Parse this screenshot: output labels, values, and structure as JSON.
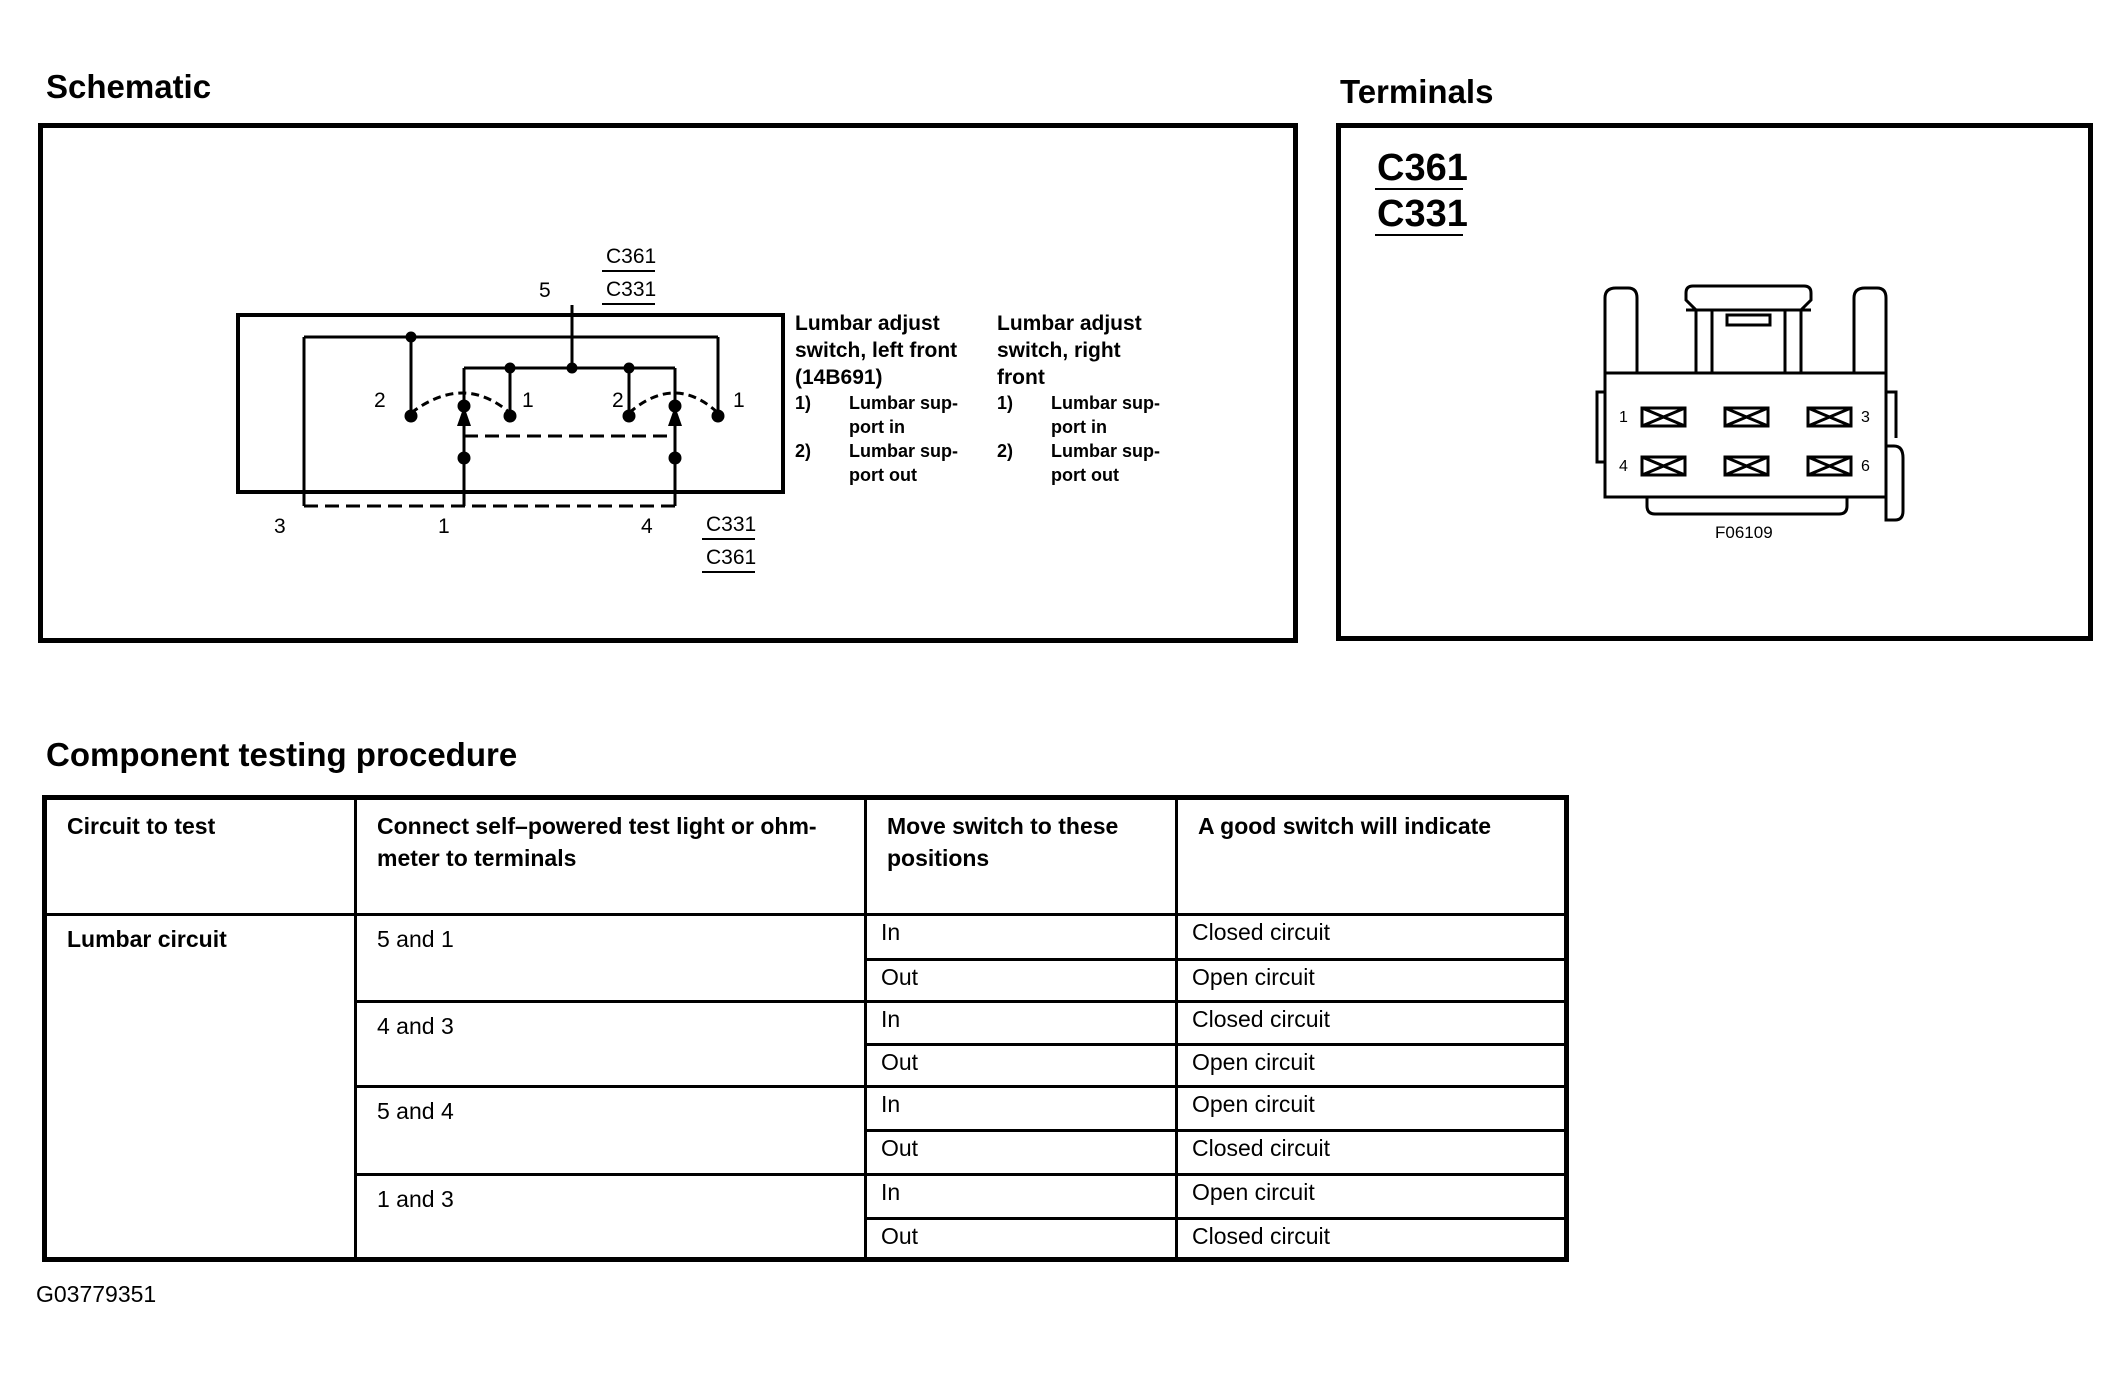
{
  "schematic": {
    "title": "Schematic",
    "connector_top": [
      "C361",
      "C331"
    ],
    "connector_bottom": [
      "C331",
      "C361"
    ],
    "pin_top": "5",
    "bottom_pins": [
      "3",
      "1",
      "4"
    ],
    "left_switch_pins": [
      "2",
      "1"
    ],
    "right_switch_pins": [
      "2",
      "1"
    ],
    "left_legend": {
      "title": [
        "Lumbar adjust",
        "switch, left front",
        "(14B691)"
      ],
      "items": [
        {
          "num": "1)",
          "lines": [
            "Lumbar sup-",
            "port in"
          ]
        },
        {
          "num": "2)",
          "lines": [
            "Lumbar sup-",
            "port out"
          ]
        }
      ]
    },
    "right_legend": {
      "title": [
        "Lumbar adjust",
        "switch, right",
        "front"
      ],
      "items": [
        {
          "num": "1)",
          "lines": [
            "Lumbar sup-",
            "port in"
          ]
        },
        {
          "num": "2)",
          "lines": [
            "Lumbar sup-",
            "port out"
          ]
        }
      ]
    }
  },
  "terminals": {
    "title": "Terminals",
    "connectors": [
      "C361",
      "C331"
    ],
    "pin_labels": [
      "1",
      "3",
      "4",
      "6"
    ],
    "figure_code": "F06109"
  },
  "procedure": {
    "title": "Component testing procedure",
    "headers": [
      "Circuit to test",
      "Connect self–powered test light or ohm-meter to terminals",
      "Move switch to these positions",
      "A good switch will indicate"
    ],
    "circuit": "Lumbar circuit",
    "rows": [
      {
        "terminals": "5 and 1",
        "tests": [
          {
            "position": "In",
            "result": "Closed circuit"
          },
          {
            "position": "Out",
            "result": "Open circuit"
          }
        ]
      },
      {
        "terminals": "4 and 3",
        "tests": [
          {
            "position": "In",
            "result": "Closed circuit"
          },
          {
            "position": "Out",
            "result": "Open circuit"
          }
        ]
      },
      {
        "terminals": "5 and 4",
        "tests": [
          {
            "position": "In",
            "result": "Open circuit"
          },
          {
            "position": "Out",
            "result": "Closed circuit"
          }
        ]
      },
      {
        "terminals": "1 and 3",
        "tests": [
          {
            "position": "In",
            "result": "Open circuit"
          },
          {
            "position": "Out",
            "result": "Closed circuit"
          }
        ]
      }
    ]
  },
  "figure_code": "G03779351"
}
